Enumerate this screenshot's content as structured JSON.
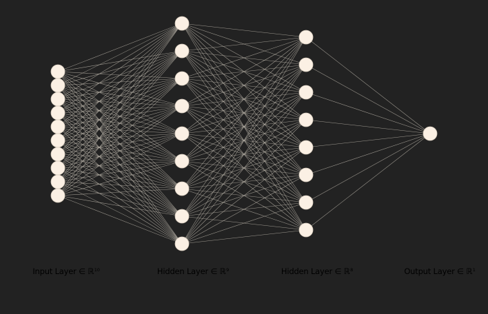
{
  "diagram": {
    "background_color": "#222222",
    "node_fill": "#fbf0e4",
    "node_stroke": "#d8cdbf",
    "edge_color": "#b8b3a8",
    "label_color": "#000000",
    "layers": [
      {
        "size": 10,
        "label_base": "Input Layer ∈ ℝ",
        "label_dim": "10"
      },
      {
        "size": 9,
        "label_base": "Hidden Layer ∈ ℝ",
        "label_dim": "9"
      },
      {
        "size": 8,
        "label_base": "Hidden Layer ∈ ℝ",
        "label_dim": "8"
      },
      {
        "size": 1,
        "label_base": "Output Layer ∈ ℝ",
        "label_dim": "1"
      }
    ]
  }
}
